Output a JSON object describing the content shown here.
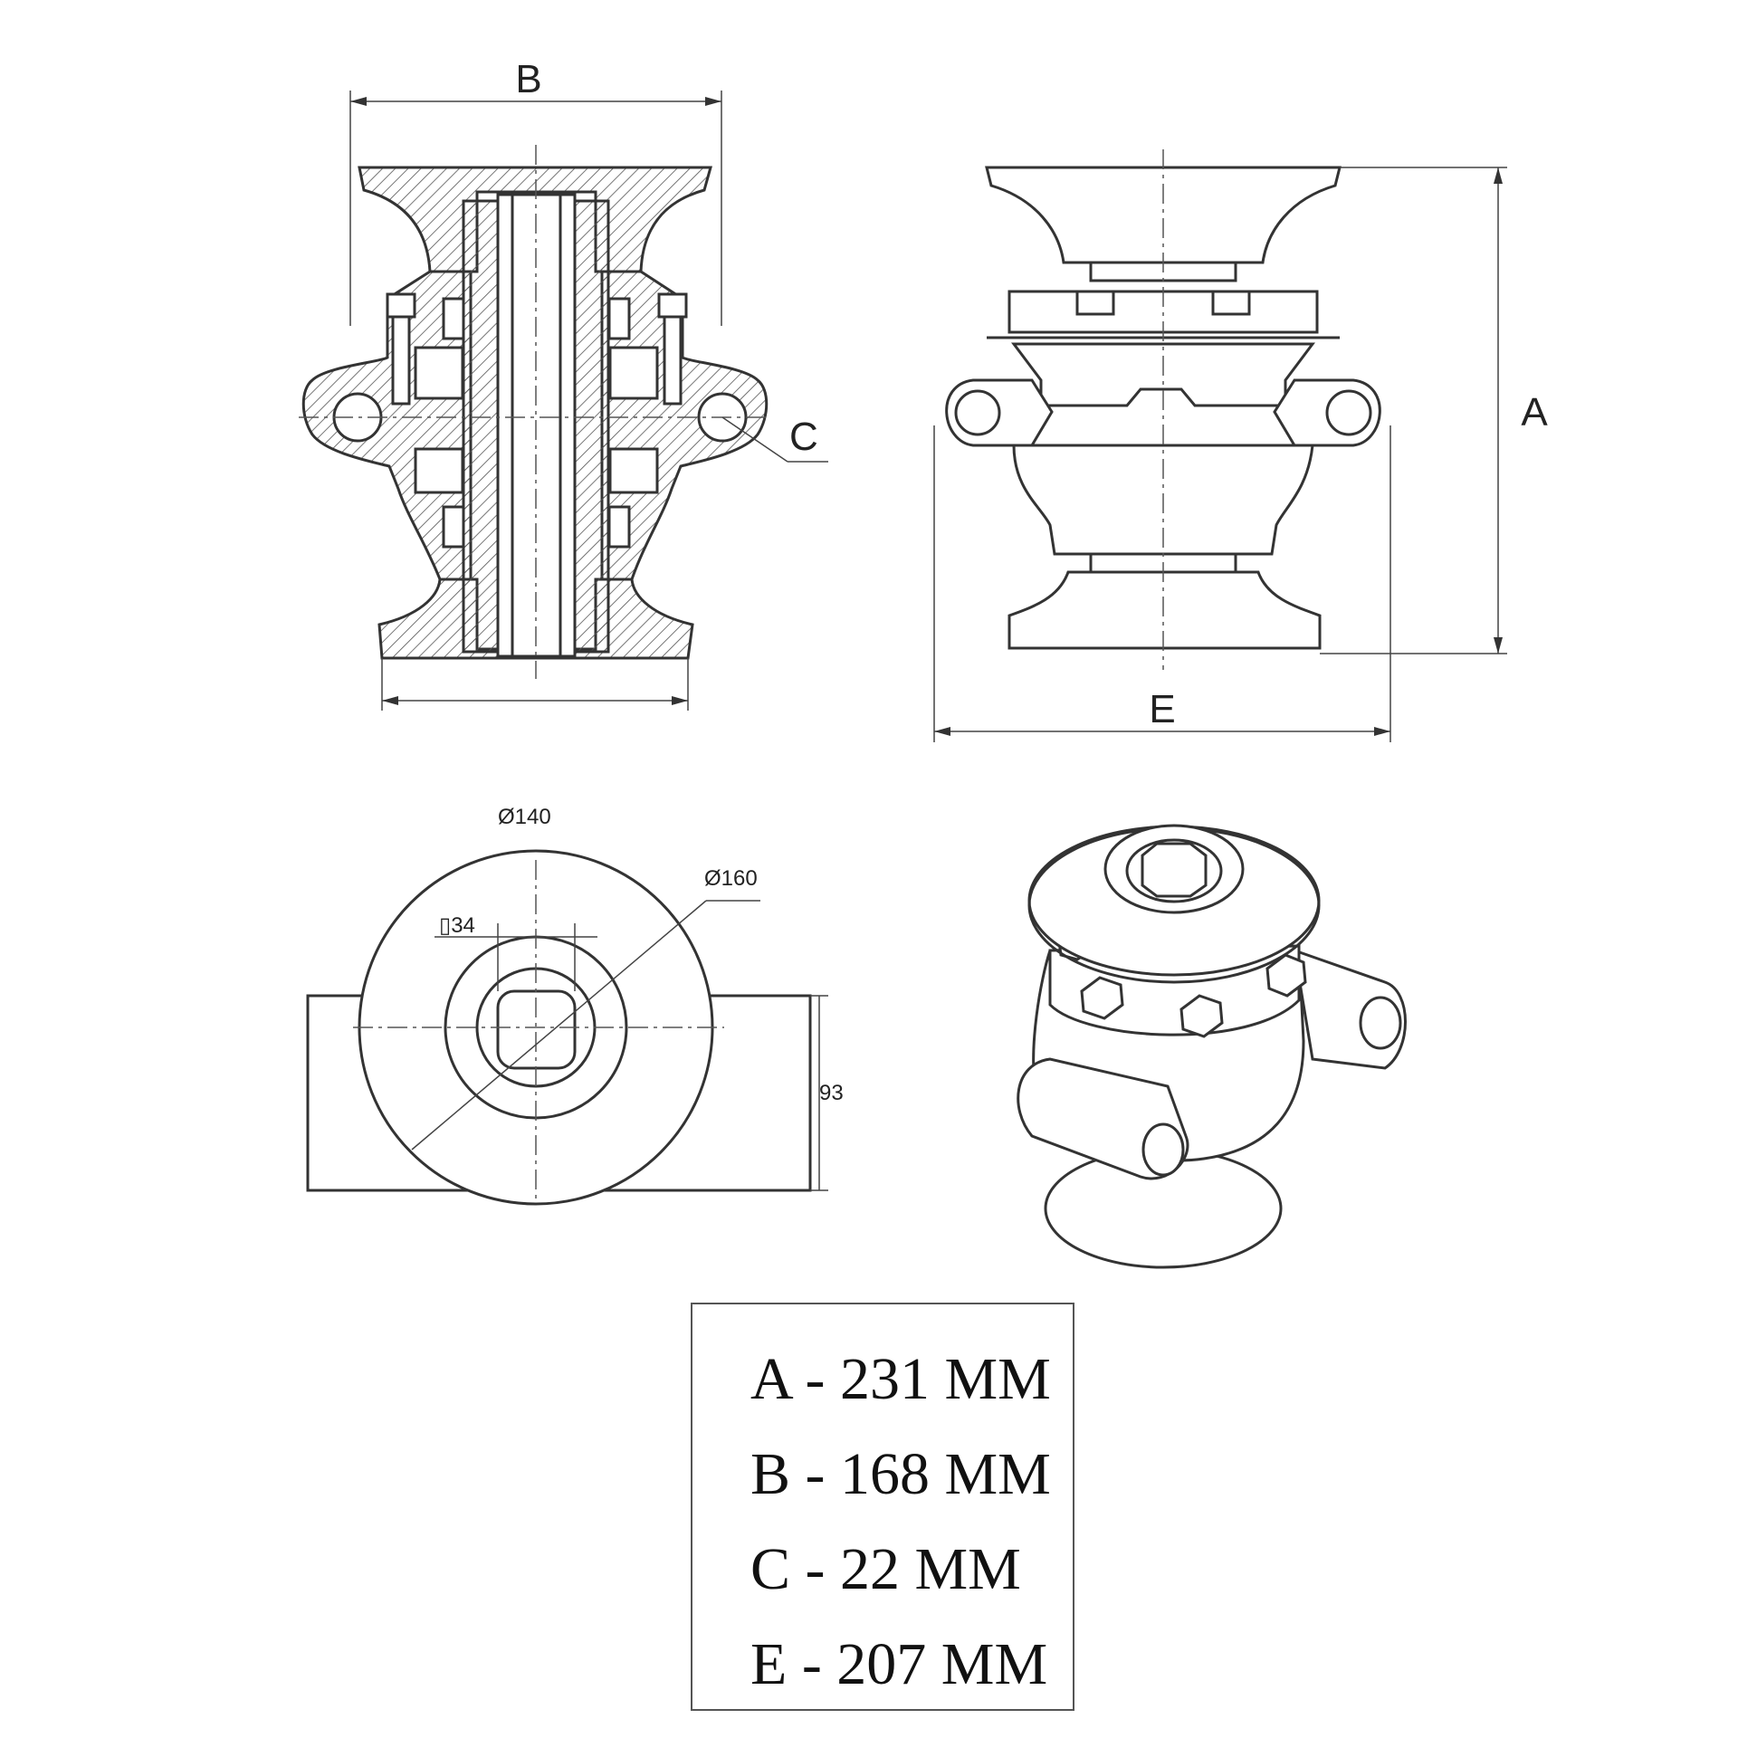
{
  "drawing_labels": {
    "dim_b": "B",
    "dim_c": "C",
    "dim_a": "A",
    "dim_e": "E",
    "dia_outer": "Ø140",
    "dia_inner": "Ø160",
    "square": "▯34",
    "height": "93"
  },
  "specs": [
    "A - 231 MM",
    "B - 168 MM",
    "C - 22 MM",
    "E - 207 MM"
  ]
}
